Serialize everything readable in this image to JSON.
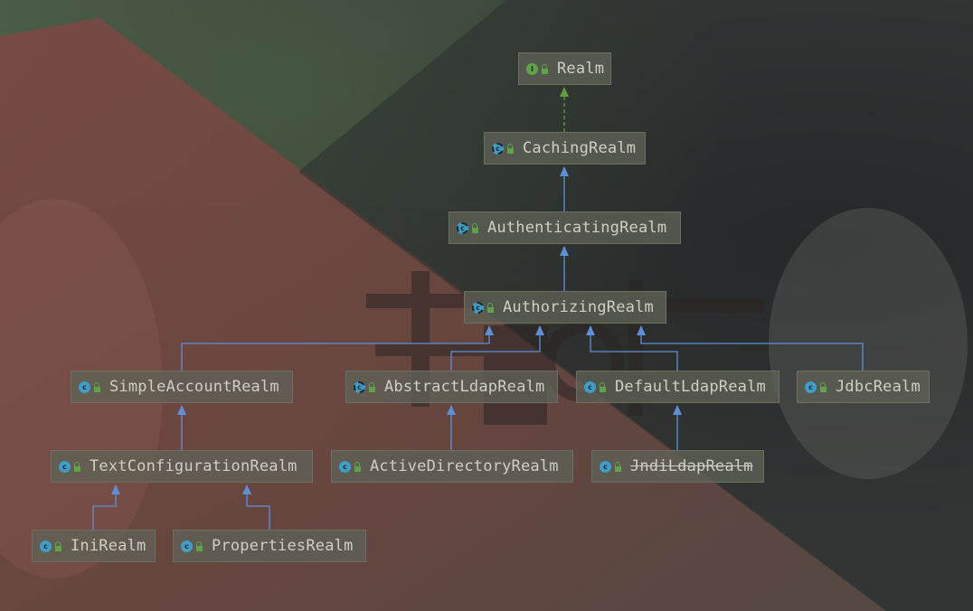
{
  "diagram": {
    "nodes": {
      "realm": {
        "label": "Realm",
        "kind": "interface",
        "icon": "interface-icon"
      },
      "caching_realm": {
        "label": "CachingRealm",
        "kind": "abstract-class",
        "icon": "abstract-class-icon"
      },
      "authenticating_realm": {
        "label": "AuthenticatingRealm",
        "kind": "abstract-class",
        "icon": "abstract-class-icon"
      },
      "authorizing_realm": {
        "label": "AuthorizingRealm",
        "kind": "abstract-class",
        "icon": "abstract-class-icon"
      },
      "simple_account_realm": {
        "label": "SimpleAccountRealm",
        "kind": "class",
        "icon": "class-icon"
      },
      "abstract_ldap_realm": {
        "label": "AbstractLdapRealm",
        "kind": "abstract-class",
        "icon": "abstract-class-icon"
      },
      "default_ldap_realm": {
        "label": "DefaultLdapRealm",
        "kind": "class",
        "icon": "class-icon"
      },
      "jdbc_realm": {
        "label": "JdbcRealm",
        "kind": "class",
        "icon": "class-icon"
      },
      "text_configuration_realm": {
        "label": "TextConfigurationRealm",
        "kind": "class",
        "icon": "class-icon"
      },
      "active_directory_realm": {
        "label": "ActiveDirectoryRealm",
        "kind": "class",
        "icon": "class-icon"
      },
      "jndi_ldap_realm": {
        "label": "JndiLdapRealm",
        "kind": "class",
        "icon": "class-icon",
        "deprecated": true
      },
      "ini_realm": {
        "label": "IniRealm",
        "kind": "class",
        "icon": "class-icon"
      },
      "properties_realm": {
        "label": "PropertiesRealm",
        "kind": "class",
        "icon": "class-icon"
      }
    },
    "edges": [
      {
        "from": "caching_realm",
        "to": "realm",
        "type": "implements"
      },
      {
        "from": "authenticating_realm",
        "to": "caching_realm",
        "type": "extends"
      },
      {
        "from": "authorizing_realm",
        "to": "authenticating_realm",
        "type": "extends"
      },
      {
        "from": "simple_account_realm",
        "to": "authorizing_realm",
        "type": "extends"
      },
      {
        "from": "abstract_ldap_realm",
        "to": "authorizing_realm",
        "type": "extends"
      },
      {
        "from": "default_ldap_realm",
        "to": "authorizing_realm",
        "type": "extends"
      },
      {
        "from": "jdbc_realm",
        "to": "authorizing_realm",
        "type": "extends"
      },
      {
        "from": "text_configuration_realm",
        "to": "simple_account_realm",
        "type": "extends"
      },
      {
        "from": "active_directory_realm",
        "to": "abstract_ldap_realm",
        "type": "extends"
      },
      {
        "from": "jndi_ldap_realm",
        "to": "default_ldap_realm",
        "type": "extends"
      },
      {
        "from": "ini_realm",
        "to": "text_configuration_realm",
        "type": "extends"
      },
      {
        "from": "properties_realm",
        "to": "text_configuration_realm",
        "type": "extends"
      }
    ],
    "colors": {
      "extends_arrow": "#5f8fd6",
      "implements_arrow": "#5f9e45",
      "node_text": "#cfcfc2",
      "node_fill": "#5f6156",
      "node_border": "#6f6e64",
      "class_icon": "#3f9dc8",
      "interface_icon": "#62a34a"
    },
    "icon_letters": {
      "class": "c",
      "interface": "I"
    }
  }
}
